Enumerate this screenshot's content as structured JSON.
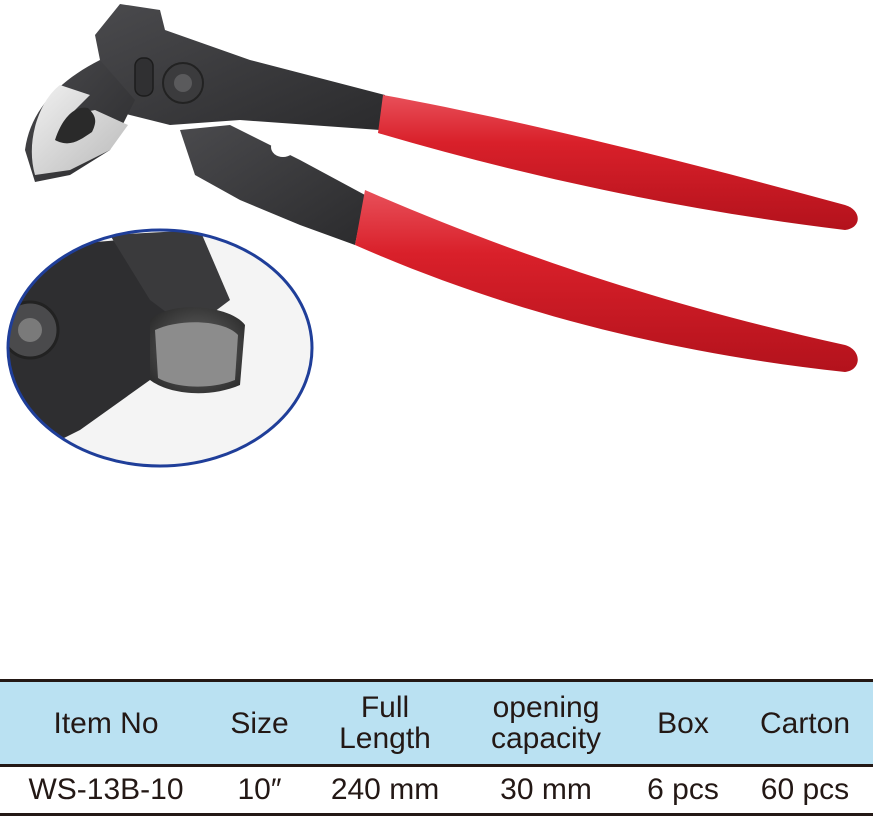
{
  "product": {
    "image_alt": "Water pump pliers with red dipped handles",
    "detail_inset_alt": "Close-up of pivot / slip joint",
    "colors": {
      "handle_red": "#D9202A",
      "metal_dark": "#3A3A3C",
      "jaw_silver": "#D8D8D8",
      "inset_border": "#1F3E99"
    }
  },
  "spec_table": {
    "header_bg": "#BAE1F2",
    "columns": [
      {
        "key": "item_no",
        "lines": [
          "Item No"
        ]
      },
      {
        "key": "size",
        "lines": [
          "Size"
        ]
      },
      {
        "key": "full_length",
        "lines": [
          "Full",
          "Length"
        ]
      },
      {
        "key": "opening_capacity",
        "lines": [
          "opening",
          "capacity"
        ]
      },
      {
        "key": "box",
        "lines": [
          "Box"
        ]
      },
      {
        "key": "carton",
        "lines": [
          "Carton"
        ]
      }
    ],
    "rows": [
      {
        "item_no": "WS-13B-10",
        "size": "10″",
        "full_length": "240 mm",
        "opening_capacity": "30 mm",
        "box": "6 pcs",
        "carton": "60 pcs"
      }
    ]
  }
}
